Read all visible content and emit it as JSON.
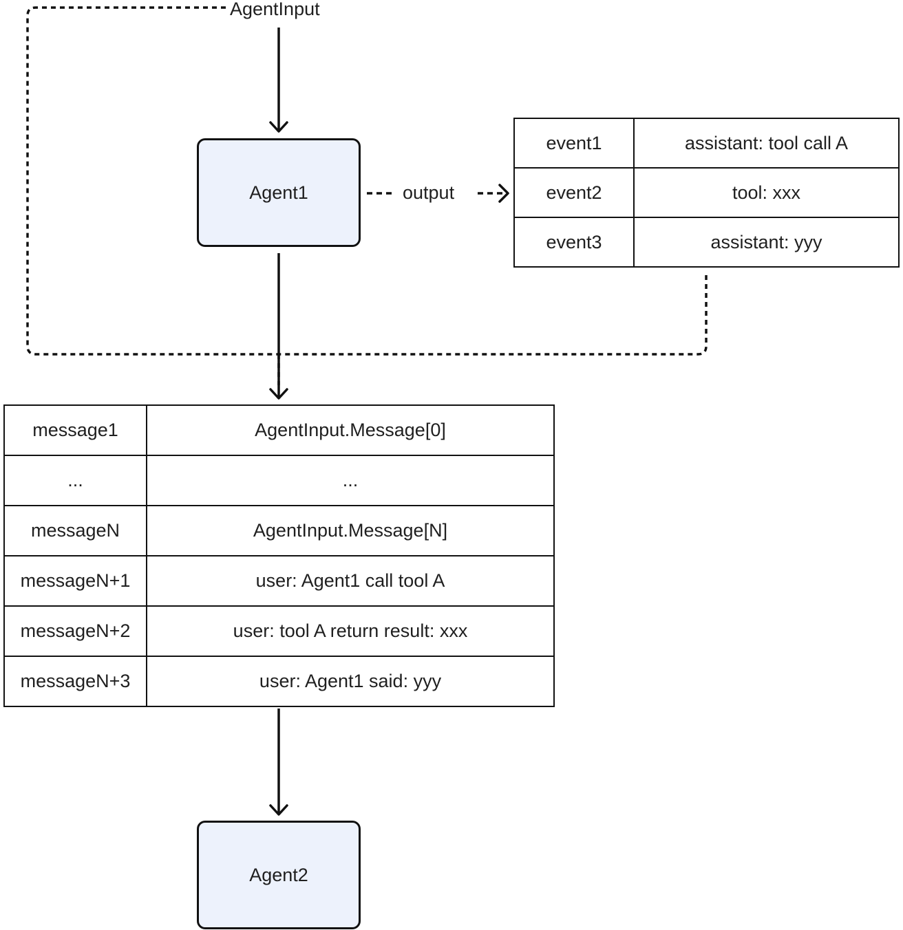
{
  "diagram": {
    "input_label": "AgentInput",
    "agent1": {
      "label": "Agent1"
    },
    "output_label": "output",
    "agent2": {
      "label": "Agent2"
    },
    "events": [
      {
        "id": "event1",
        "content": "assistant: tool call A"
      },
      {
        "id": "event2",
        "content": "tool: xxx"
      },
      {
        "id": "event3",
        "content": "assistant: yyy"
      }
    ],
    "messages": [
      {
        "id": "message1",
        "content": "AgentInput.Message[0]"
      },
      {
        "id": "...",
        "content": "..."
      },
      {
        "id": "messageN",
        "content": "AgentInput.Message[N]"
      },
      {
        "id": "messageN+1",
        "content": "user: Agent1 call tool A"
      },
      {
        "id": "messageN+2",
        "content": "user: tool A return result: xxx"
      },
      {
        "id": "messageN+3",
        "content": "user: Agent1 said: yyy"
      }
    ],
    "colors": {
      "agent_fill": "#edf2fc",
      "stroke": "#111111"
    }
  }
}
